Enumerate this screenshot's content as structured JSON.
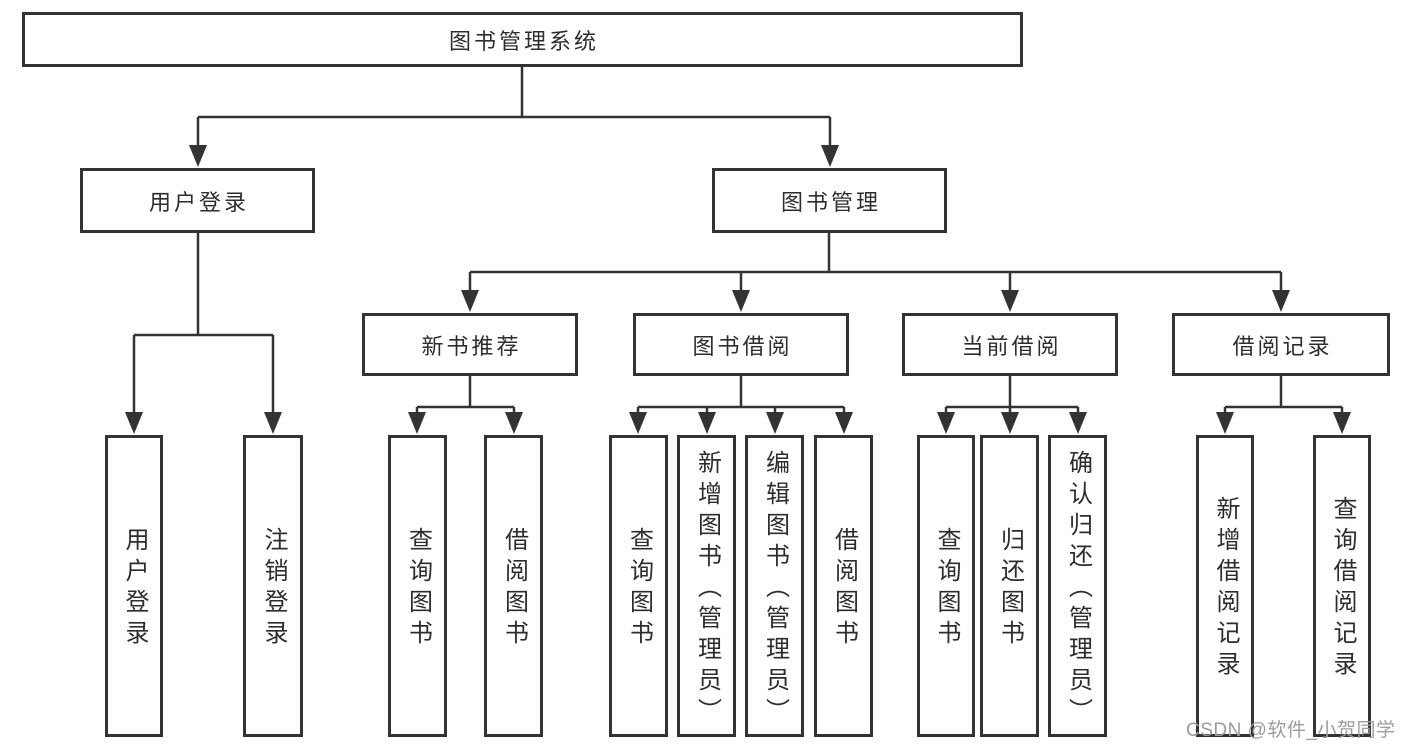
{
  "tree": {
    "root": "图书管理系统",
    "branches": [
      {
        "label": "用户登录",
        "children": [
          "用户登录",
          "注销登录"
        ]
      },
      {
        "label": "图书管理",
        "children": [
          {
            "label": "新书推荐",
            "children": [
              "查询图书",
              "借阅图书"
            ]
          },
          {
            "label": "图书借阅",
            "children": [
              "查询图书",
              "新增图书（管理员）",
              "编辑图书（管理员）",
              "借阅图书"
            ]
          },
          {
            "label": "当前借阅",
            "children": [
              "查询图书",
              "归还图书",
              "确认归还（管理员）"
            ]
          },
          {
            "label": "借阅记录",
            "children": [
              "新增借阅记录",
              "查询借阅记录"
            ]
          }
        ]
      }
    ]
  },
  "watermark": {
    "text": "CSDN @软件_小贺同学"
  },
  "colors": {
    "line": "#333333",
    "box_border": "#333333",
    "text": "#2d2d2d",
    "watermark": "#9c9c9c",
    "background": "#ffffff"
  }
}
